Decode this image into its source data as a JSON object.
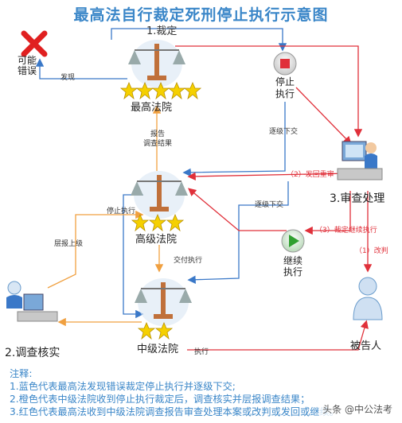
{
  "title": "最高法自行裁定死刑停止执行示意图",
  "colors": {
    "blue": "#3a78c8",
    "orange": "#f0a040",
    "red": "#e0303a",
    "scale": "#c0703a",
    "star": "#f5d000"
  },
  "nodes": {
    "error": "可能\n错误",
    "supreme": "最高法院",
    "high": "高级法院",
    "intermediate": "中级法院",
    "stop": "停止\n执行",
    "continue": "继续\n执行",
    "review": "3.审查处理",
    "investigate": "2.调查核实",
    "defendant": "被告人"
  },
  "edges": {
    "e1": "1.裁定",
    "discover": "发现",
    "report": "报告\n调查结果",
    "relay_down": "逐级下交",
    "relay_down2": "逐级下交",
    "return": "（2）发回重审",
    "continue_exec": "（3）裁定继续执行",
    "amend": "（1）改判",
    "stop_exec": "停止执行",
    "report_up": "层报上级",
    "deliver": "交付执行",
    "execute": "执行"
  },
  "notes": {
    "heading": "注释:",
    "line1": "1.蓝色代表最高法发现错误裁定停止执行并逐级下交;",
    "line2": "2.橙色代表中级法院收到停止执行裁定后，调查核实并层报调查结果；",
    "line3": "3.红色代表最高法收到中级法院调查报告审查处理本案或改判或发回或继续。"
  },
  "watermark": "头条 @中公法考"
}
